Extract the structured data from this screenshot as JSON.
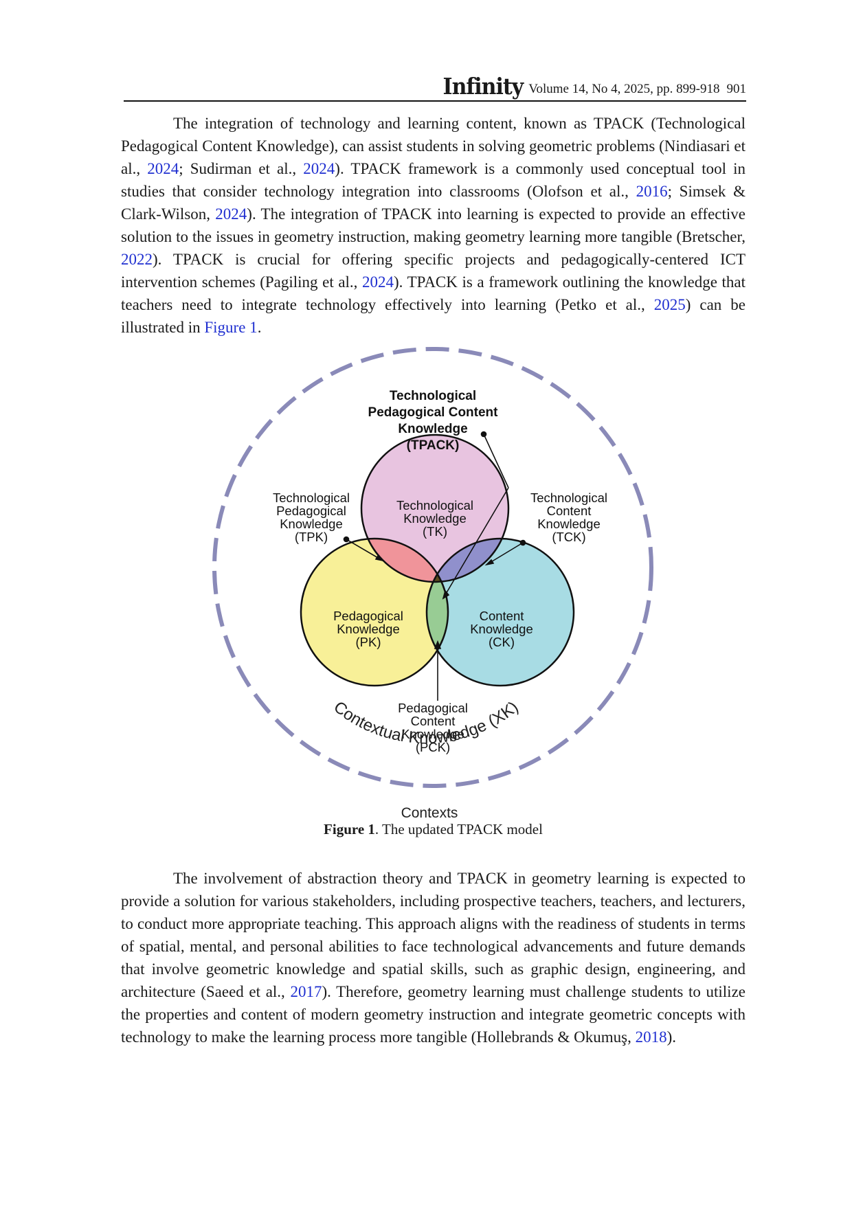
{
  "header": {
    "journal": "Infinity",
    "meta": "Volume 14, No 4, 2025, pp. 899-918",
    "page": "901"
  },
  "paragraph1": {
    "segments": [
      {
        "t": "The integration of technology and learning content, known as TPACK (Technological Pedagogical Content Knowledge), can assist students in solving geometric problems (Nindiasari et al., "
      },
      {
        "t": "2024",
        "cite": true
      },
      {
        "t": "; Sudirman et al., "
      },
      {
        "t": "2024",
        "cite": true
      },
      {
        "t": "). TPACK framework is a commonly used conceptual tool in studies that consider technology integration into classrooms (Olofson et al., "
      },
      {
        "t": "2016",
        "cite": true
      },
      {
        "t": "; Simsek & Clark-Wilson, "
      },
      {
        "t": "2024",
        "cite": true
      },
      {
        "t": "). The integration of TPACK into learning is expected to provide an effective solution to the issues in geometry instruction, making geometry learning more tangible (Bretscher, "
      },
      {
        "t": "2022",
        "cite": true
      },
      {
        "t": "). TPACK is crucial for offering specific projects and pedagogically-centered ICT intervention schemes (Pagiling et al., "
      },
      {
        "t": "2024",
        "cite": true
      },
      {
        "t": "). TPACK is a framework outlining the knowledge that teachers need to integrate technology effectively into learning (Petko et al., "
      },
      {
        "t": "2025",
        "cite": true
      },
      {
        "t": ") can be illustrated in "
      },
      {
        "t": "Figure 1",
        "cite": true
      },
      {
        "t": "."
      }
    ]
  },
  "figure": {
    "tpack": [
      "Technological",
      "Pedagogical Content",
      "Knowledge",
      "(TPACK)"
    ],
    "tpk": [
      "Technological",
      "Pedagogical",
      "Knowledge",
      "(TPK)"
    ],
    "tck": [
      "Technological",
      "Content",
      "Knowledge",
      "(TCK)"
    ],
    "tk": [
      "Technological",
      "Knowledge",
      "(TK)"
    ],
    "pk": [
      "Pedagogical",
      "Knowledge",
      "(PK)"
    ],
    "ck": [
      "Content",
      "Knowledge",
      "(CK)"
    ],
    "pck": [
      "Pedagogical",
      "Content",
      "Knowledge",
      "(PCK)"
    ],
    "xk": "Contextual Knowledge (XK)",
    "contexts": "Contexts",
    "colors": {
      "tk": "#e8c4e0",
      "pk": "#f8f098",
      "ck": "#a8dce4",
      "tpk": "#f0949a",
      "tck": "#9090cc",
      "pck": "#98cc94",
      "tpack": "#5a4a1c",
      "dashed_ring": "#8a8ab8"
    }
  },
  "caption": {
    "label": "Figure 1",
    "text": ". The updated TPACK model"
  },
  "paragraph2": {
    "segments": [
      {
        "t": "The involvement of abstraction theory and TPACK in geometry learning is expected to provide a solution for various stakeholders, including prospective teachers, teachers, and lecturers, to conduct more appropriate teaching. This approach aligns with the readiness of students in terms of spatial, mental, and personal abilities to face technological advancements and future demands that involve geometric knowledge and spatial skills, such as graphic design, engineering, and architecture (Saeed et al., "
      },
      {
        "t": "2017",
        "cite": true
      },
      {
        "t": "). Therefore, geometry learning must challenge students to utilize the properties and content of modern geometry instruction and integrate geometric concepts with technology to make the learning process more tangible (Hollebrands & Okumuş, "
      },
      {
        "t": "2018",
        "cite": true
      },
      {
        "t": ")."
      }
    ]
  }
}
